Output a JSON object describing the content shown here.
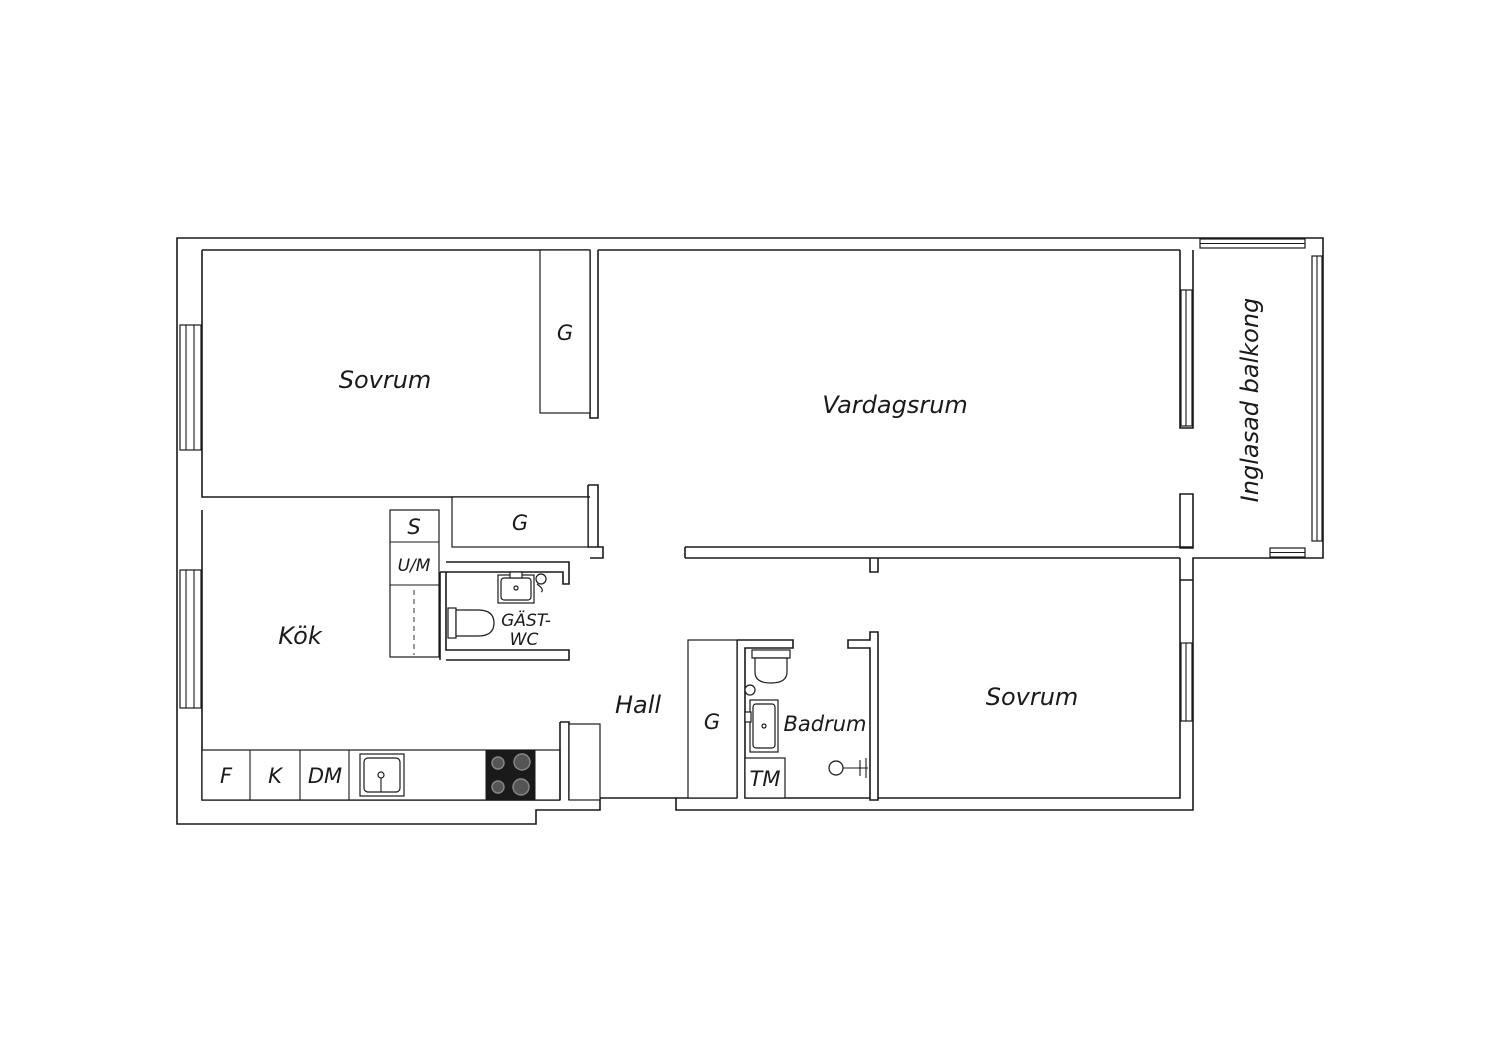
{
  "rooms": {
    "sovrum_top": "Sovrum",
    "vardagsrum": "Vardagsrum",
    "balkong": "Inglasad balkong",
    "kok": "Kök",
    "hall": "Hall",
    "badrum": "Badrum",
    "sovrum_bottom": "Sovrum",
    "gast_wc_line1": "GÄST-",
    "gast_wc_line2": "WC"
  },
  "fixtures": {
    "wardrobe_bedroom": "G",
    "wardrobe_hall_top": "G",
    "wardrobe_hall_bottom": "G",
    "storage_s": "S",
    "um": "U/M",
    "fridge": "F",
    "freezer": "K",
    "dishwasher": "DM",
    "washer": "TM"
  }
}
